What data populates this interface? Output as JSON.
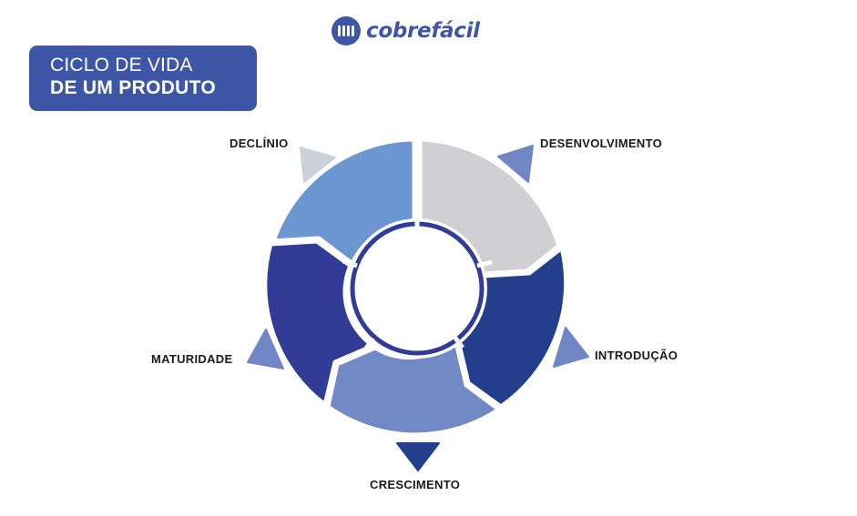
{
  "brand": {
    "name": "cobrefácil",
    "logo_icon": "cobrefacil-logo-icon",
    "color": "#3d56a6"
  },
  "title": {
    "line1": "CICLO DE VIDA",
    "line2": "DE UM PRODUTO",
    "background": "#3d56a6"
  },
  "diagram": {
    "type": "cycle",
    "stages": [
      {
        "id": "desenvolvimento",
        "label": "DESENVOLVIMENTO",
        "color": "#d0d0d2",
        "arrow_color": "#7186c4"
      },
      {
        "id": "introducao",
        "label": "INTRODUÇÃO",
        "color": "#233f8c",
        "arrow_color": "#7186c4"
      },
      {
        "id": "crescimento",
        "label": "CRESCIMENTO",
        "color": "#7189c5",
        "arrow_color": "#233f8c"
      },
      {
        "id": "maturidade",
        "label": "MATURIDADE",
        "color": "#313c96",
        "arrow_color": "#7186c4"
      },
      {
        "id": "declinio",
        "label": "DECLÍNIO",
        "color": "#6c96d0",
        "arrow_color": "#cdd0d8"
      }
    ],
    "center_ring_color": "#313c96"
  }
}
